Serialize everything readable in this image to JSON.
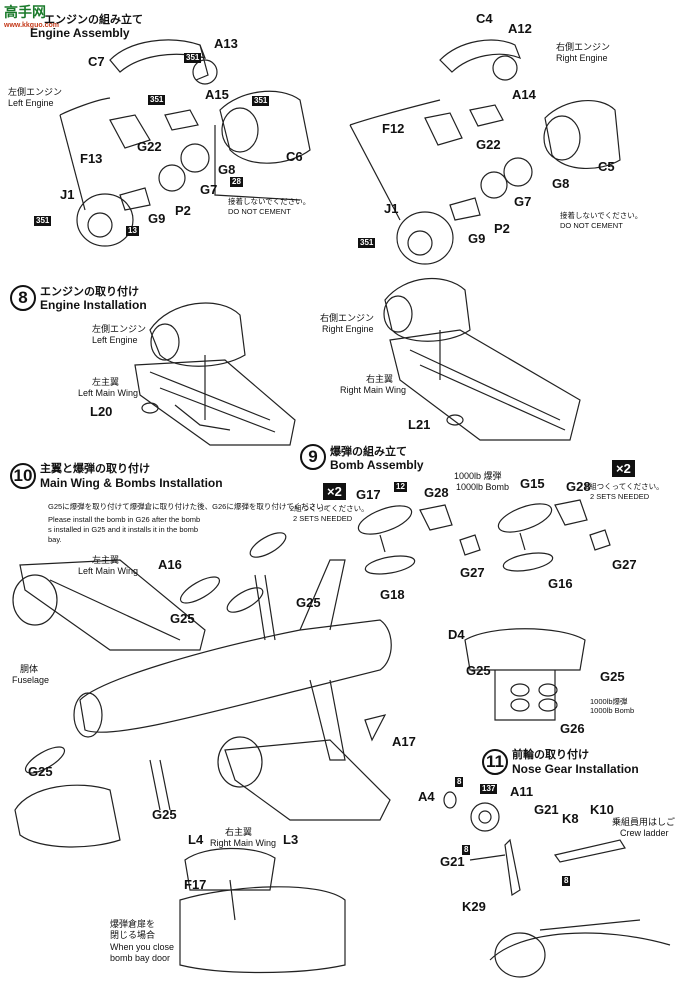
{
  "watermark": {
    "logo": "高手网",
    "sub": "www.kkguo.com"
  },
  "step7": {
    "title_jp": "エンジンの組み立て",
    "title_en": "Engine Assembly",
    "left_engine_jp": "左側エンジン",
    "left_engine_en": "Left Engine",
    "right_engine_jp": "右側エンジン",
    "right_engine_en": "Right Engine",
    "do_not_cement_jp": "接着しないでください。",
    "do_not_cement_en": "DO NOT CEMENT",
    "left_parts": [
      "C7",
      "A13",
      "A15",
      "F13",
      "G22",
      "C6",
      "G8",
      "G7",
      "J1",
      "G9",
      "P2"
    ],
    "right_parts": [
      "C4",
      "A12",
      "A14",
      "F12",
      "G22",
      "C5",
      "G8",
      "G7",
      "J1",
      "G9",
      "P2"
    ]
  },
  "step8": {
    "num": "8",
    "title_jp": "エンジンの取り付け",
    "title_en": "Engine Installation",
    "left_engine_jp": "左側エンジン",
    "left_engine_en": "Left Engine",
    "left_wing_jp": "左主翼",
    "left_wing_en": "Left Main Wing",
    "right_engine_jp": "右側エンジン",
    "right_engine_en": "Right Engine",
    "right_wing_jp": "右主翼",
    "right_wing_en": "Right Main Wing",
    "part_left": "L20",
    "part_right": "L21"
  },
  "step9": {
    "num": "9",
    "title_jp": "爆弾の組み立て",
    "title_en": "Bomb Assembly",
    "bomb_jp": "1000lb 爆弾",
    "bomb_en": "1000lb Bomb",
    "sets_jp": "2組つくってください。",
    "sets_en": "2 SETS NEEDED",
    "x2": "×2",
    "parts": [
      "G17",
      "G28",
      "G18",
      "G27",
      "G15",
      "G28",
      "G16",
      "G27"
    ],
    "detail": {
      "d4": "D4",
      "g25a": "G25",
      "g25b": "G25",
      "g26": "G26",
      "bomb_jp": "1000lb爆弾",
      "bomb_en": "1000lb Bomb"
    }
  },
  "step10": {
    "num": "10",
    "title_jp": "主翼と爆弾の取り付け",
    "title_en": "Main Wing & Bombs Installation",
    "note_jp": "G25に爆弾を取り付けて爆弾倉に取り付けた後、G26に爆弾を取り付けてください。",
    "note_en1": "Please install the bomb in G26 after the bomb",
    "note_en2": "s installed in G25 and it installs it in the bomb",
    "note_en3": "bay.",
    "left_wing_jp": "左主翼",
    "left_wing_en": "Left Main Wing",
    "fuselage_jp": "胴体",
    "fuselage_en": "Fuselage",
    "right_wing_jp": "右主翼",
    "right_wing_en": "Right Main Wing",
    "bay_jp1": "爆弾倉扉を",
    "bay_jp2": "閉じる場合",
    "bay_en1": "When you close",
    "bay_en2": "bomb bay door",
    "parts": [
      "A16",
      "G25",
      "G25",
      "A17",
      "G25",
      "G25",
      "L4",
      "L3",
      "F17"
    ]
  },
  "step11": {
    "num": "11",
    "title_jp": "前輪の取り付け",
    "title_en": "Nose Gear Installation",
    "ladder_jp": "乗組員用はしご",
    "ladder_en": "Crew ladder",
    "parts": [
      "A4",
      "A11",
      "G21",
      "K8",
      "K10",
      "G21",
      "K29"
    ]
  },
  "badges": [
    "351",
    "351",
    "351",
    "351",
    "351",
    "13",
    "28",
    "12",
    "137",
    "8",
    "8",
    "8"
  ]
}
